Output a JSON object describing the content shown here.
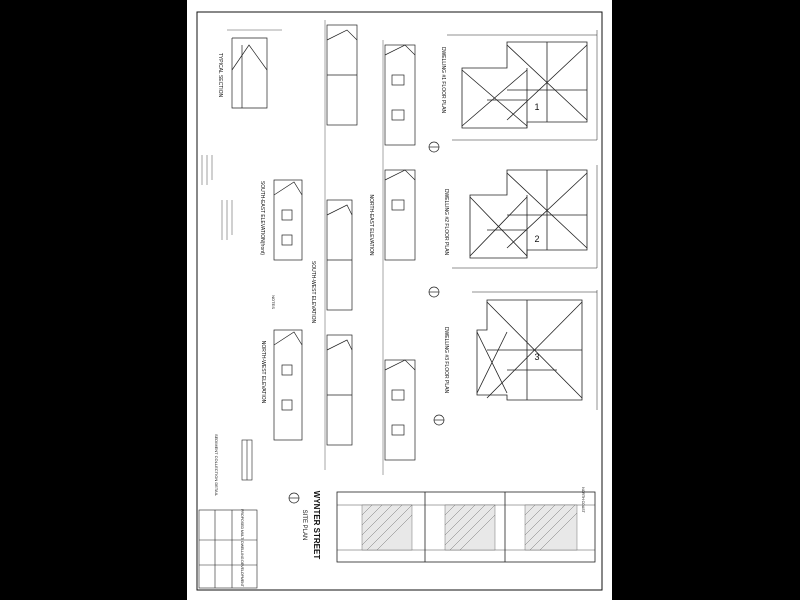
{
  "sheet": {
    "site": {
      "street": "WYNTER STREET",
      "plan_title": "SITE PLAN",
      "corner_label": "NORTH COAST"
    },
    "plans": [
      {
        "label": "DWELLING #1 FLOOR PLAN",
        "number": "1"
      },
      {
        "label": "DWELLING #2 FLOOR PLAN",
        "number": "2"
      },
      {
        "label": "DWELLING #3 FLOOR PLAN",
        "number": "3"
      }
    ],
    "elevations": {
      "north_east": "NORTH-EAST ELEVATION",
      "south_west": "SOUTH-WEST ELEVATION",
      "south_east": "SOUTH-EAST ELEVATION(front)",
      "north_west": "NORTH-WEST ELEVATION"
    },
    "section": "TYPICAL SECTION",
    "notes": "NOTES",
    "detail": "SEDIMENT COLLECTION DETAIL",
    "title_block": "PROPOSED MULTI DWELLING DEVELOPMENT"
  }
}
